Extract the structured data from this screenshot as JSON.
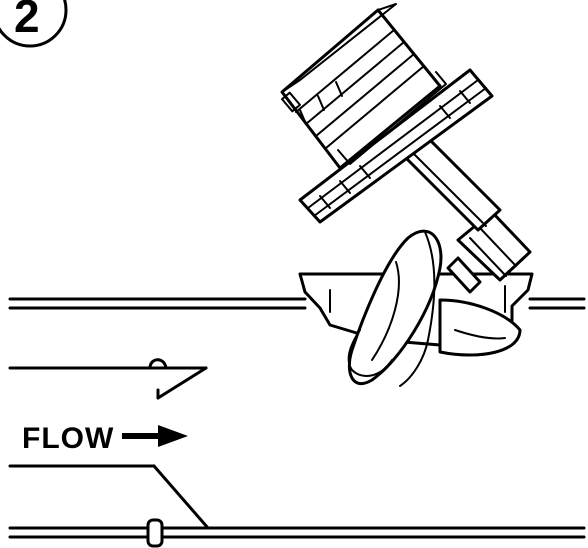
{
  "figure": {
    "step_number": "2",
    "flow_label": "FLOW",
    "icons": [
      "step-number-badge",
      "flow-arrow-icon",
      "pipe",
      "impeller-mixer",
      "motor-drive",
      "baffle-plate"
    ]
  }
}
